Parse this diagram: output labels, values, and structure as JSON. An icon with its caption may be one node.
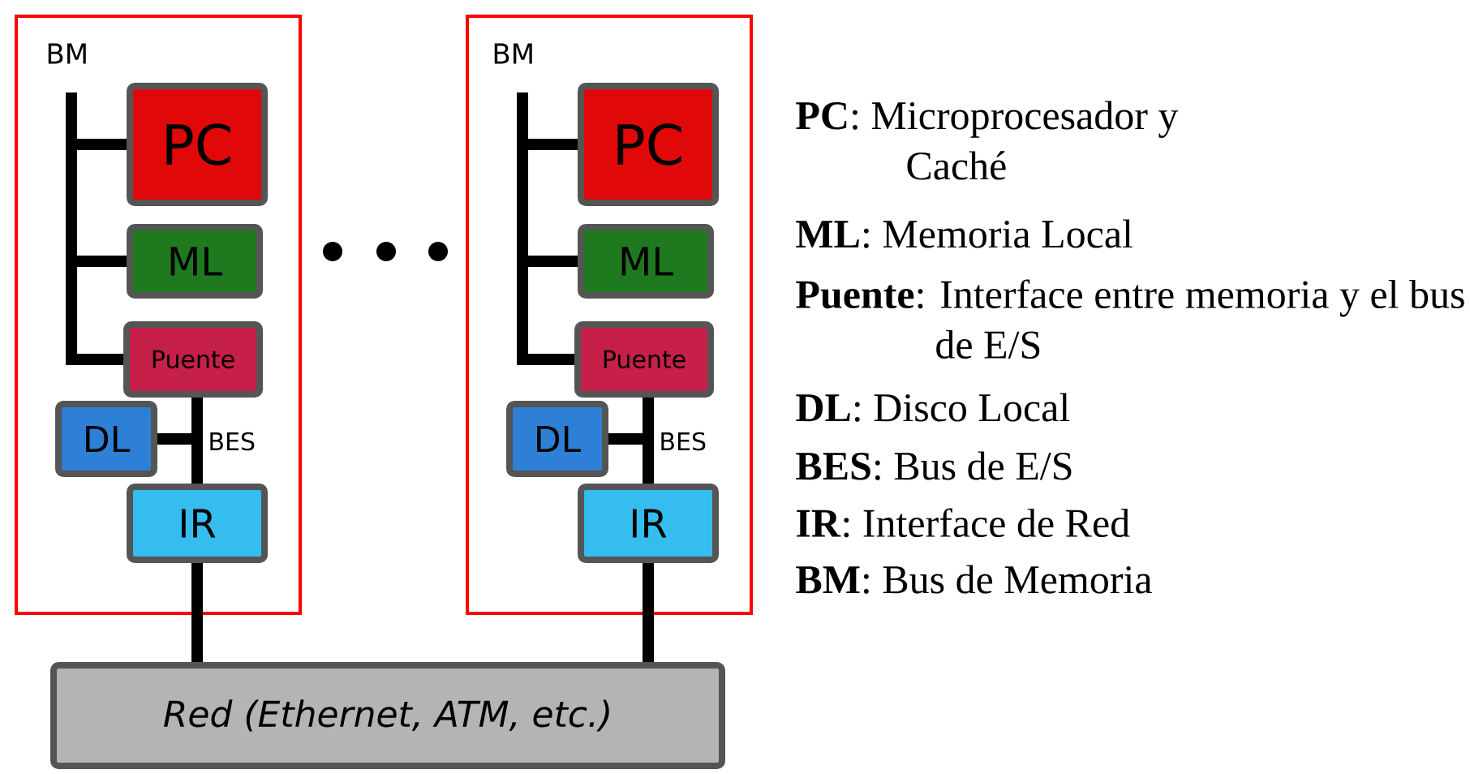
{
  "diagram": {
    "nodes": [
      {
        "text": [],
        "shape": "box"
      },
      {
        "text": [
          "PC"
        ],
        "in": 0
      },
      {
        "text": [
          "ML"
        ],
        "in": 0
      },
      {
        "text": [
          "Puente"
        ],
        "in": 0
      },
      {
        "text": [
          "DL"
        ],
        "in": 0
      },
      {
        "text": [
          "IR"
        ],
        "in": 0
      },
      {
        "text": [],
        "shape": "box"
      },
      {
        "text": [
          "PC"
        ],
        "in": 6
      },
      {
        "text": [
          "ML"
        ],
        "in": 6
      },
      {
        "text": [
          "Puente"
        ],
        "in": 6
      },
      {
        "text": [
          "DL"
        ],
        "in": 6
      },
      {
        "text": [
          "IR"
        ],
        "in": 6
      },
      {
        "text": [
          "Red (Ethernet, ATM, etc.)"
        ]
      }
    ],
    "edges": [
      {
        "from": 1,
        "to": 3,
        "arrow": "none"
      },
      {
        "from": 2,
        "to": 3,
        "arrow": "none"
      },
      {
        "from": 3,
        "to": 5,
        "arrow": "none"
      },
      {
        "from": 4,
        "to": 5,
        "arrow": "none"
      },
      {
        "from": 5,
        "to": 12,
        "arrow": "none"
      },
      {
        "from": 7,
        "to": 9,
        "arrow": "none"
      },
      {
        "from": 8,
        "to": 9,
        "arrow": "none"
      },
      {
        "from": 9,
        "to": 11,
        "arrow": "none"
      },
      {
        "from": 10,
        "to": 11,
        "arrow": "none"
      },
      {
        "from": 11,
        "to": 12,
        "arrow": "none"
      }
    ],
    "labels": [
      "BM",
      "BM",
      "BES",
      "BES",
      "**PC**: Microprocesador y Caché",
      "**ML**: Memoria Local",
      "**Puente**: Interface entre memoria y el bus de E/S",
      "**DL**: Disco Local",
      "**BES**: Bus de E/S",
      "**IR**: Interface de Red",
      "**BM**: Bus de Memoria"
    ]
  }
}
